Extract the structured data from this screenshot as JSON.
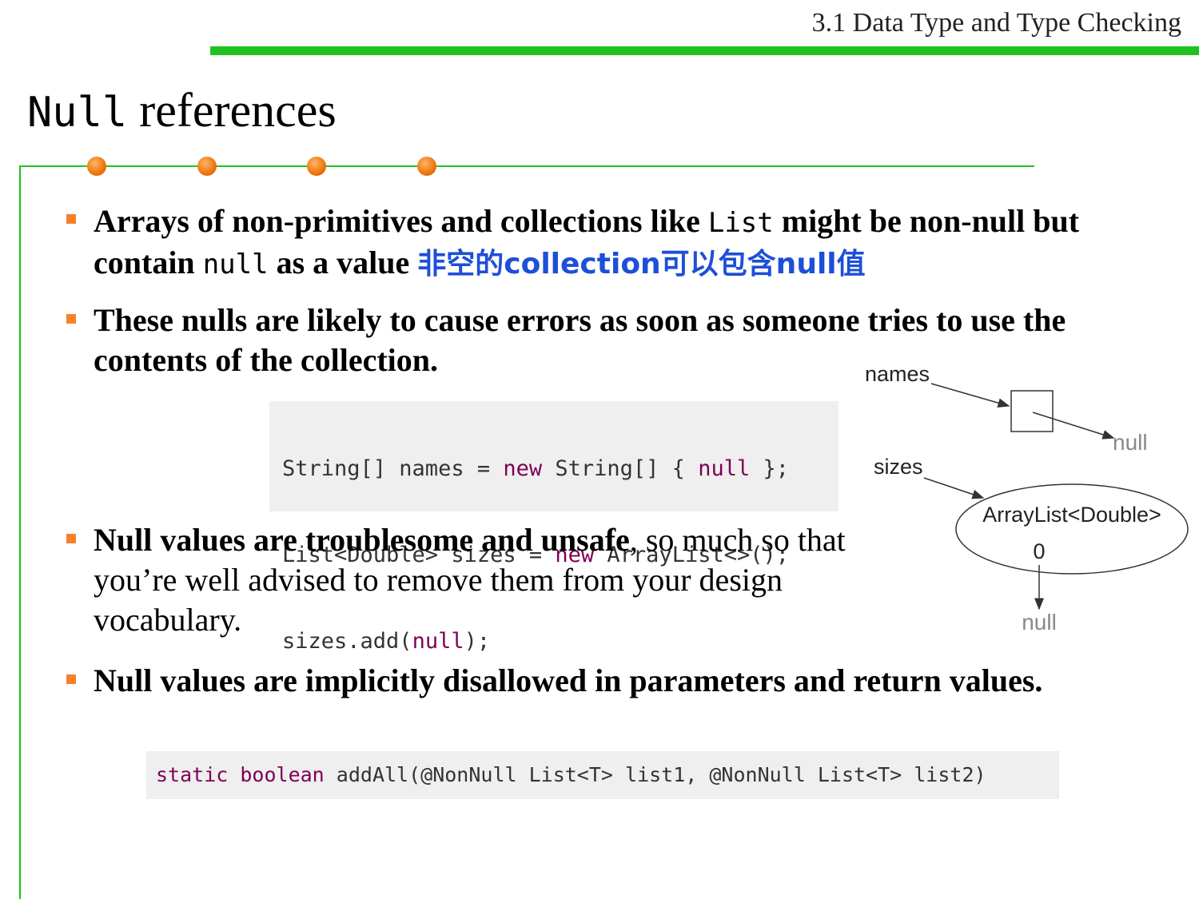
{
  "header": {
    "title": "3.1 Data Type and Type Checking"
  },
  "slide": {
    "title_mono": "Null",
    "title_rest": " references"
  },
  "bullets": [
    {
      "p1": "Arrays of non-primitives and collections like ",
      "code1": "List",
      "p2": " might be non-null but contain ",
      "code2": "null",
      "p3": " as a value ",
      "cn": "非空的collection可以包含null值"
    },
    {
      "text": "These nulls are likely to cause errors as soon as someone tries to use the contents of the collection."
    },
    {
      "bold": "Null values are troublesome and unsafe",
      "rest": ", so much so that you’re well advised to remove them from your design vocabulary."
    },
    {
      "text": "Null values are implicitly disallowed in parameters and return values."
    }
  ],
  "code1": {
    "l1a": "String[] names = ",
    "l1kw": "new",
    "l1b": " String[] { ",
    "l1kw2": "null",
    "l1c": " };",
    "l2a": "List<Double> sizes = ",
    "l2kw": "new",
    "l2b": " ArrayList<>();",
    "l3a": "sizes.add(",
    "l3kw": "null",
    "l3b": ");"
  },
  "code2": {
    "kw1": "static",
    "kw2": "boolean",
    "rest": " addAll(@NonNull List<T> list1, @NonNull List<T> list2)"
  },
  "diagram": {
    "names_label": "names",
    "sizes_label": "sizes",
    "arraylist_label": "ArrayList<Double>",
    "index_label": "0",
    "null_label_1": "null",
    "null_label_2": "null"
  },
  "colors": {
    "accent_green": "#22c21e",
    "bullet_orange": "#f5822a",
    "chinese_blue": "#1d4fd8",
    "keyword": "#7f0055"
  }
}
